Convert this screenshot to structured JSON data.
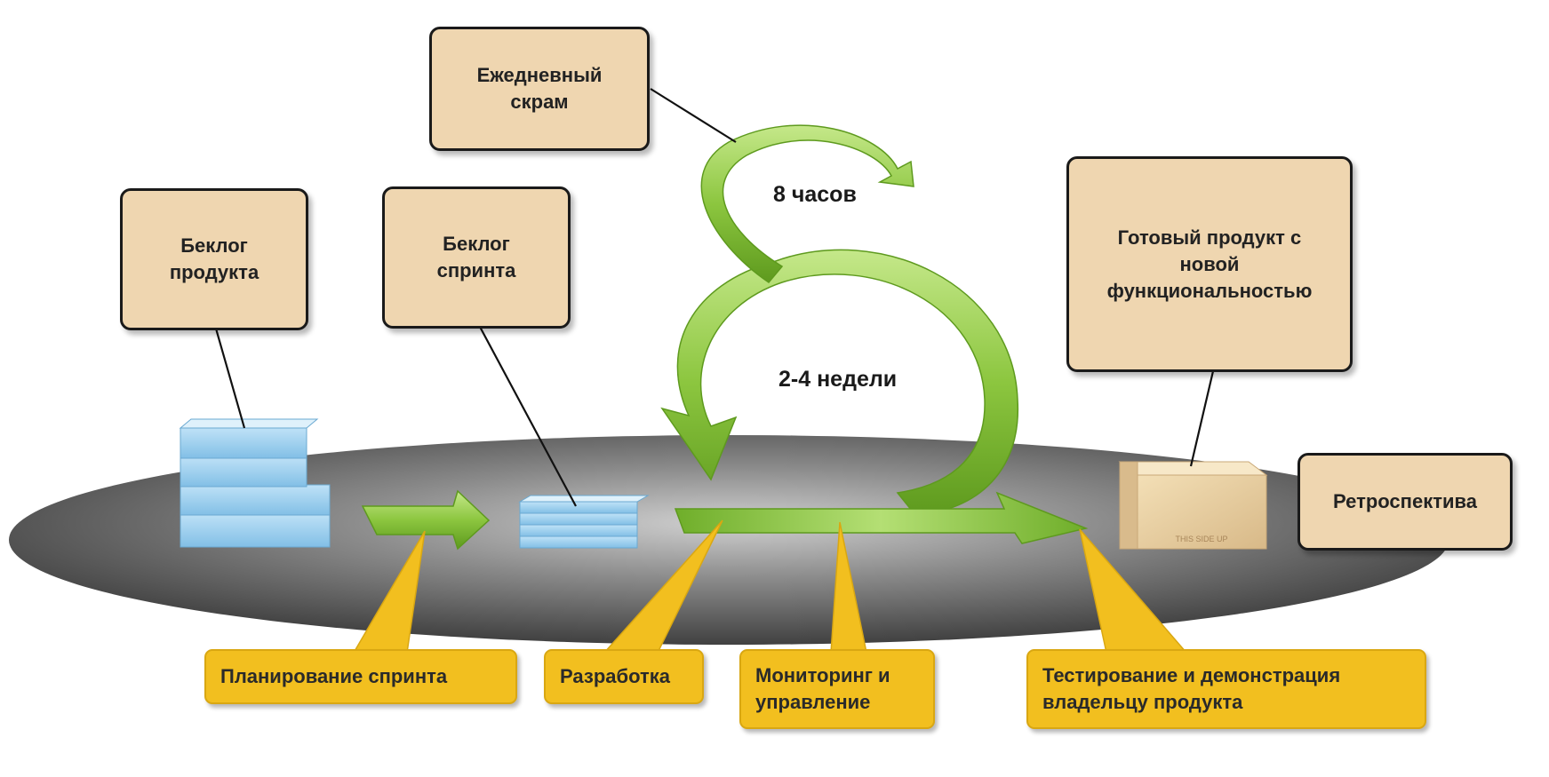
{
  "boxes": {
    "daily_scrum": "Ежедневный\nскрам",
    "product_backlog": "Беклог\nпродукта",
    "sprint_backlog": "Беклог\nспринта",
    "finished_product": "Готовый продукт с\nновой\nфункциональностью",
    "retrospective": "Ретроспектива"
  },
  "cycle_labels": {
    "daily": "8 часов",
    "sprint": "2-4 недели"
  },
  "callouts": {
    "sprint_planning": "Планирование спринта",
    "development": "Разработка",
    "monitoring": "Мониторинг и\nуправление",
    "testing": "Тестирование и демонстрация\nвладельцу продукта"
  },
  "box_stamp": "THIS SIDE UP",
  "colors": {
    "box_fill": "#efd6b0",
    "callout_fill": "#f2bf1f",
    "arrow_green": "#8cc63f",
    "platform_gray": "#6d6d6d",
    "stack_blue": "#a9d4ef"
  }
}
